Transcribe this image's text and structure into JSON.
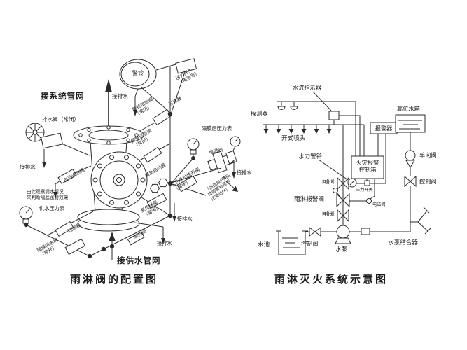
{
  "page": {
    "background": "#ffffff",
    "ink": "#2b2b2b"
  },
  "left": {
    "title": "雨淋阀的配置图",
    "labels": {
      "system_net": "接系统管网",
      "drain_top": "接排水",
      "bell": "警铃",
      "pressure_switch": "压力开关\n（电信号）",
      "bell_test_valve": "警铃试验阀\n（常闭）",
      "strainer_top": "过滤器",
      "gauge_diaphragm": "隔膜后压力表",
      "solenoid_valve": "电磁阀",
      "drain_right": "接排水",
      "nozzle": "喷头",
      "nozzle_note": "（由此用户可\n检验警铃是否\n正常动作）",
      "alarm_test_valve": "报警试验阀\n（常闭）",
      "emergency_starter": "紧急启动器",
      "manual_quick_valve": "红色手动快开阀\n（常闭）",
      "reset_ball_valve": "复位球阀\n（常闭）",
      "drain_center": "接排水",
      "drain_bottom": "接排水",
      "drain_valve": "排水阀（常闭）",
      "drain_left": "接排水",
      "auto_drip_valve": "自动滴水阀",
      "drip_note": "由此观察滴水情况\n来判断隔膜密封效果",
      "supply_gauge": "供水压力表",
      "strainer_bottom": "过滤器",
      "diaphragm_supply_valve": "隔膜供水阀\n（常开）",
      "check_valve": "单向阀",
      "supply_net": "接供水管网"
    }
  },
  "right": {
    "title": "雨淋灭火系统示意图",
    "labels": {
      "flow_indicator": "水流指示器",
      "detector": "探测器",
      "open_sprinkler": "开式喷头",
      "alarm_device": "报警器",
      "high_tank": "高位水箱",
      "fire_panel": "火灾报警\n控制箱",
      "hydraulic_bell": "水力警铃",
      "check_valve": "单向阀",
      "control_valve_right": "控制阀",
      "gate_valve_upper": "闸阀",
      "pressure_switch": "压力开关",
      "deluge_alarm_valve": "雨淋报警阀",
      "solenoid_valve": "电磁阀",
      "gate_valve_lower": "闸阀",
      "pool": "水池",
      "control_valve_left": "控制阀",
      "pump": "水泵",
      "pumper_connection": "水泵结合器"
    }
  }
}
